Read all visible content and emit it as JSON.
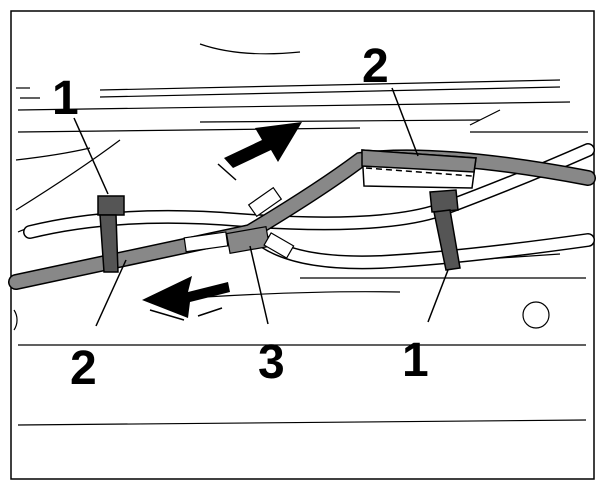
{
  "colors": {
    "line": "#000000",
    "hose": "#888888",
    "hose_light": "#ffffff",
    "clip": "#555555",
    "background": "#ffffff"
  },
  "callouts": {
    "clip_left": "1",
    "clip_right": "1",
    "hose_top": "2",
    "hose_bottom": "2",
    "connector": "3"
  }
}
